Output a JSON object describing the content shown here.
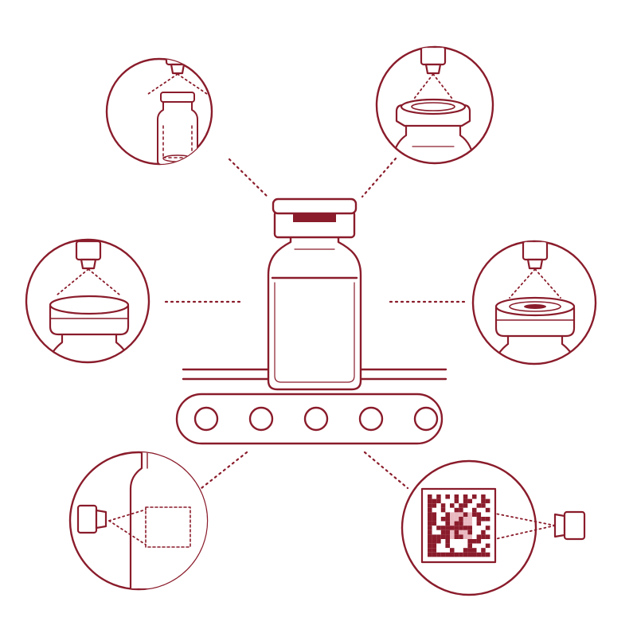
{
  "colors": {
    "stroke": "#8a1c2b",
    "fill_light": "#ffffff",
    "band": "#8a1c2b",
    "matrix_light": "#e9b9c0"
  },
  "diagram": {
    "center": {
      "vial": "vial-on-conveyor",
      "conveyor": "conveyor-belt",
      "rollers": 5
    },
    "inspections": [
      {
        "id": "full-vial-top-camera",
        "icon": "camera-icon"
      },
      {
        "id": "vial-neck-top-camera",
        "icon": "camera-icon"
      },
      {
        "id": "cap-top-camera",
        "icon": "camera-icon"
      },
      {
        "id": "crimp-cap-top-camera",
        "icon": "camera-icon"
      },
      {
        "id": "label-side-camera",
        "icon": "camera-icon"
      },
      {
        "id": "datamatrix-code-camera",
        "icon": "camera-icon"
      }
    ]
  }
}
